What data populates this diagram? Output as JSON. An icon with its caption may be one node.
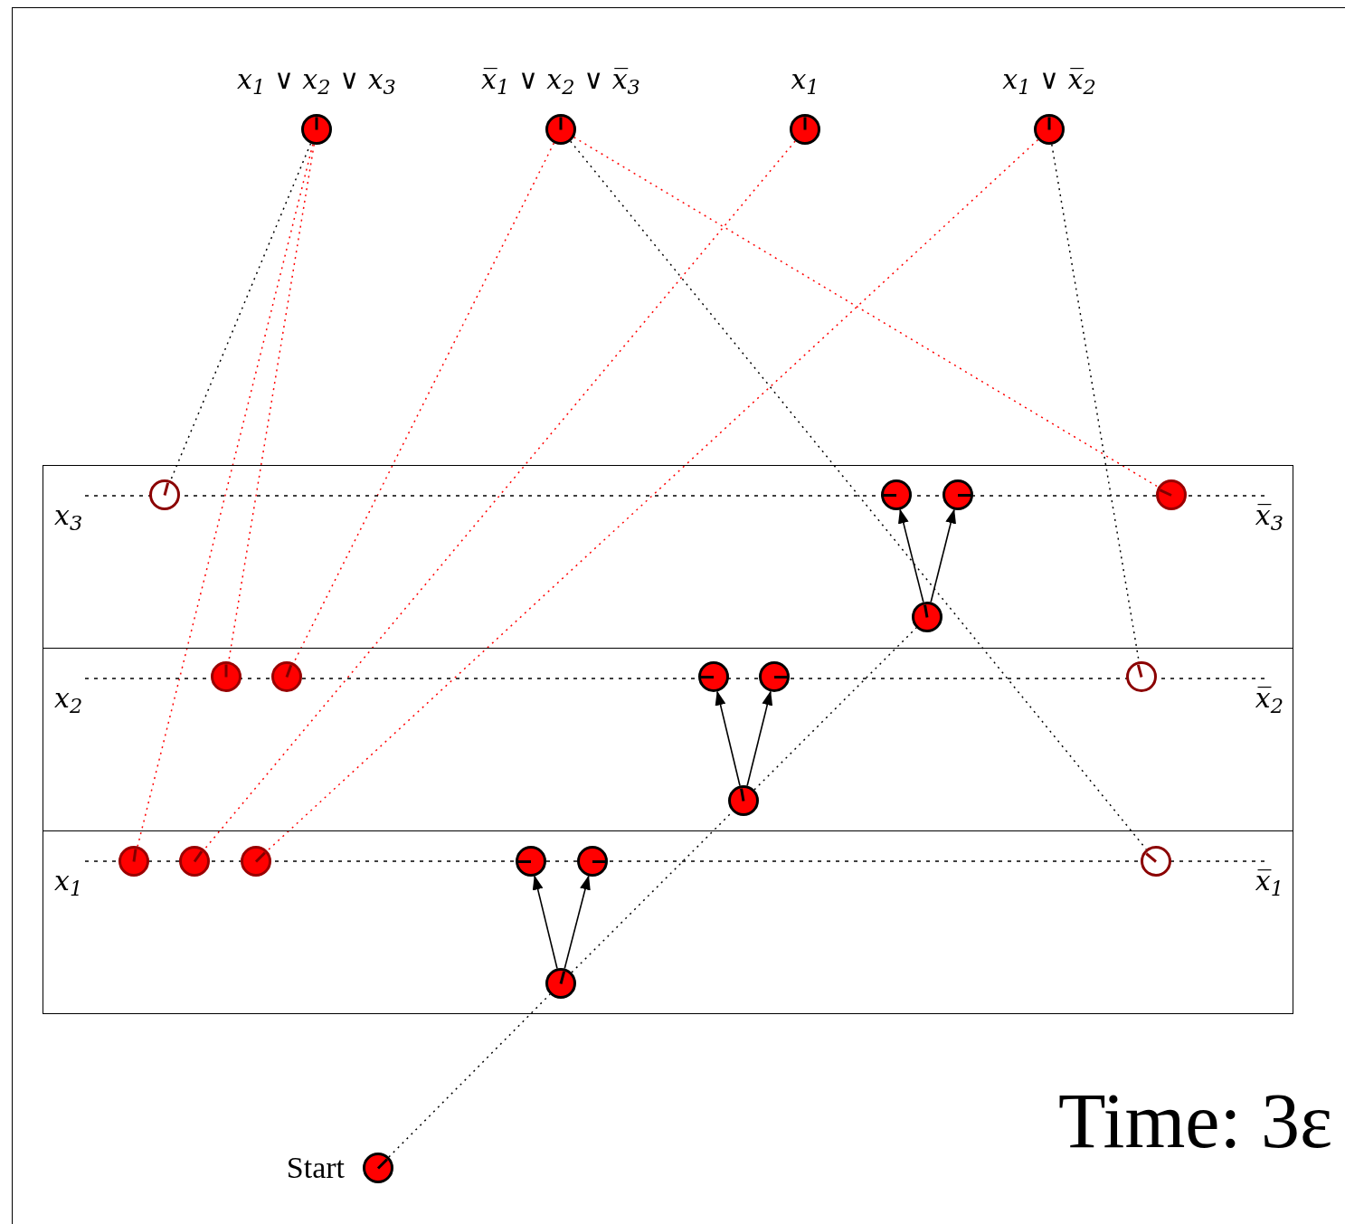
{
  "diagram": {
    "nodes": [
      {
        "text": [
          "x$_{1}$ ∨ x$_{2}$ ∨ x$_{3}$"
        ]
      },
      {
        "text": [
          "x̅$_{1}$ ∨ x$_{2}$ ∨ x̅$_{3}$"
        ]
      },
      {
        "text": [
          "x$_{1}$"
        ]
      },
      {
        "text": [
          "x$_{1}$ ∨ x̅$_{2}$"
        ]
      },
      {
        "text": [
          "x$_{3}$",
          "x̅$_{3}$"
        ]
      },
      {
        "text": [],
        "shape": "circle",
        "in": 4
      },
      {
        "text": [],
        "shape": "circle",
        "in": 4
      },
      {
        "text": [],
        "shape": "circle",
        "in": 4
      },
      {
        "text": [],
        "shape": "circle",
        "in": 4
      },
      {
        "text": [],
        "shape": "circle",
        "in": 4
      },
      {
        "text": [
          "x$_{2}$",
          "x̅$_{2}$"
        ]
      },
      {
        "text": [],
        "shape": "circle",
        "in": 10
      },
      {
        "text": [],
        "shape": "circle",
        "in": 10
      },
      {
        "text": [],
        "shape": "circle",
        "in": 10
      },
      {
        "text": [],
        "shape": "circle",
        "in": 10
      },
      {
        "text": [],
        "shape": "circle",
        "in": 10
      },
      {
        "text": [],
        "shape": "circle",
        "in": 10
      },
      {
        "text": [
          "x$_{1}$",
          "x̅$_{1}$"
        ]
      },
      {
        "text": [],
        "shape": "circle",
        "in": 17
      },
      {
        "text": [],
        "shape": "circle",
        "in": 17
      },
      {
        "text": [],
        "shape": "circle",
        "in": 17
      },
      {
        "text": [],
        "shape": "circle",
        "in": 17
      },
      {
        "text": [],
        "shape": "circle",
        "in": 17
      },
      {
        "text": [],
        "shape": "circle",
        "in": 17
      },
      {
        "text": [],
        "shape": "circle",
        "in": 17
      },
      {
        "text": [
          "Start"
        ]
      }
    ],
    "edges": [
      {
        "from": 0,
        "to": 5,
        "arrow": "none",
        "style": "dashed"
      },
      {
        "from": 0,
        "to": 11,
        "arrow": "none",
        "style": "dashed",
        "color": "#ff0000"
      },
      {
        "from": 0,
        "to": 18,
        "arrow": "none",
        "style": "dashed",
        "color": "#ff0000"
      },
      {
        "from": 1,
        "to": 12,
        "arrow": "none",
        "style": "dashed",
        "color": "#ff0000"
      },
      {
        "from": 1,
        "to": 24,
        "arrow": "none",
        "style": "dashed"
      },
      {
        "from": 1,
        "to": 9,
        "arrow": "none",
        "style": "dashed",
        "color": "#ff0000"
      },
      {
        "from": 2,
        "to": 19,
        "arrow": "none",
        "style": "dashed",
        "color": "#ff0000"
      },
      {
        "from": 3,
        "to": 20,
        "arrow": "none",
        "style": "dashed",
        "color": "#ff0000"
      },
      {
        "from": 3,
        "to": 16,
        "arrow": "none",
        "style": "dashed"
      },
      {
        "from": 25,
        "to": 23,
        "arrow": "none",
        "style": "dashed"
      },
      {
        "from": 23,
        "to": 15,
        "arrow": "none",
        "style": "dashed"
      },
      {
        "from": 15,
        "to": 8,
        "arrow": "none",
        "style": "dashed"
      },
      {
        "from": 23,
        "to": 21,
        "arrow": "to"
      },
      {
        "from": 23,
        "to": 22,
        "arrow": "to"
      },
      {
        "from": 15,
        "to": 13,
        "arrow": "to"
      },
      {
        "from": 15,
        "to": 14,
        "arrow": "to"
      },
      {
        "from": 8,
        "to": 6,
        "arrow": "to"
      },
      {
        "from": 8,
        "to": 7,
        "arrow": "to"
      }
    ],
    "labels": [
      "Time: 3ε"
    ]
  }
}
